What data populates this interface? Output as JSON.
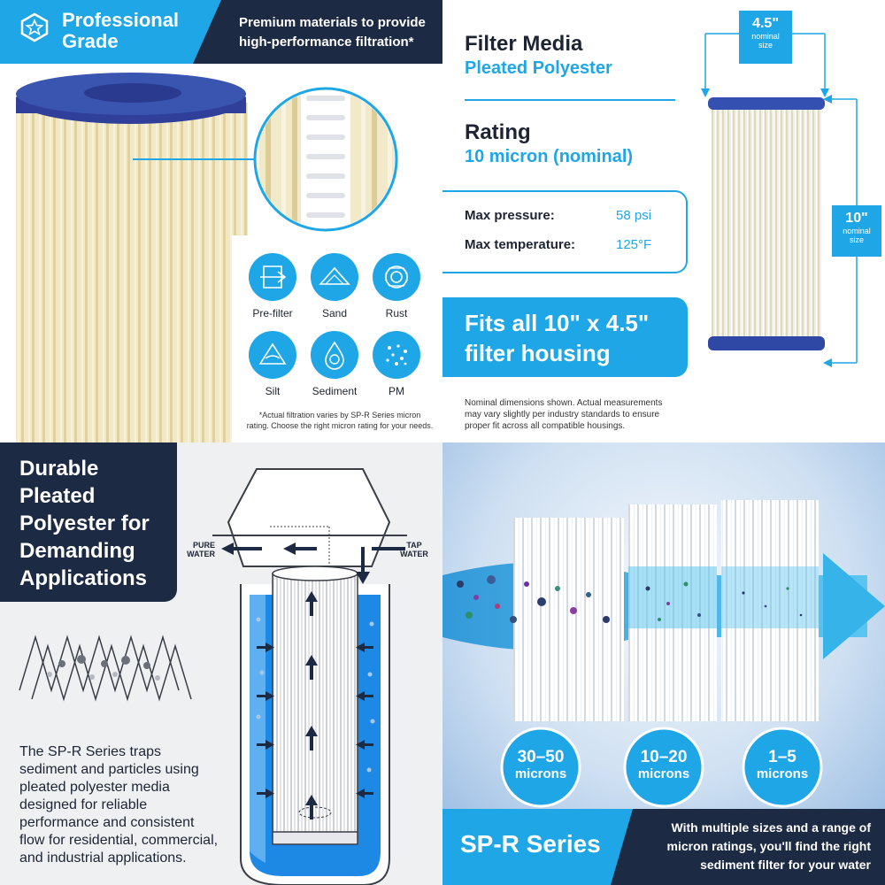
{
  "colors": {
    "navy": "#1c2a44",
    "accent": "#1fa6e6",
    "cap": "#3a55b0",
    "pleat": "#efe6c3"
  },
  "q1": {
    "badge_line1": "Professional",
    "badge_line2": "Grade",
    "tagline_line1": "Premium materials to provide",
    "tagline_line2": "high-performance filtration*",
    "icons": [
      {
        "label": "Pre-filter",
        "icon": "prefilter-icon"
      },
      {
        "label": "Sand",
        "icon": "sand-icon"
      },
      {
        "label": "Rust",
        "icon": "rust-icon"
      },
      {
        "label": "Silt",
        "icon": "silt-icon"
      },
      {
        "label": "Sediment",
        "icon": "sediment-icon"
      },
      {
        "label": "PM",
        "icon": "pm-icon"
      }
    ],
    "note_line1": "*Actual filtration varies by SP-R Series micron",
    "note_line2": "rating. Choose the right micron rating for your needs."
  },
  "q2": {
    "media_title": "Filter Media",
    "media_value": "Pleated Polyester",
    "rating_title": "Rating",
    "rating_value": "10 micron (nominal)",
    "specs": [
      {
        "label": "Max pressure:",
        "value": "58 psi"
      },
      {
        "label": "Max temperature:",
        "value": "125°F"
      }
    ],
    "fits_line1": "Fits all 10\" x 4.5\"",
    "fits_line2": "filter housing",
    "note_line1": "Nominal dimensions shown. Actual measurements",
    "note_line2": "may vary slightly per industry standards to ensure",
    "note_line3": "proper fit across all compatible housings.",
    "width_value": "4.5\"",
    "width_sub1": "nominal",
    "width_sub2": "size",
    "height_value": "10\"",
    "height_sub1": "nominal",
    "height_sub2": "size"
  },
  "q3": {
    "title_lines": [
      "Durable",
      "Pleated",
      "Polyester for",
      "Demanding",
      "Applications"
    ],
    "pure_line1": "PURE",
    "pure_line2": "WATER",
    "tap_line1": "TAP",
    "tap_line2": "WATER",
    "desc_lines": [
      "The SP-R Series traps",
      "sediment and particles using",
      "pleated polyester media",
      "designed for reliable",
      "performance and consistent",
      "flow for residential, commercial,",
      "and industrial applications."
    ]
  },
  "q4": {
    "microns": [
      {
        "value": "30–50",
        "unit": "microns"
      },
      {
        "value": "10–20",
        "unit": "microns"
      },
      {
        "value": "1–5",
        "unit": "microns"
      }
    ],
    "series_title": "SP-R Series",
    "tagline_line1": "With multiple sizes and a range of",
    "tagline_line2": "micron ratings, you'll find the right",
    "tagline_line3": "sediment filter for your water"
  }
}
